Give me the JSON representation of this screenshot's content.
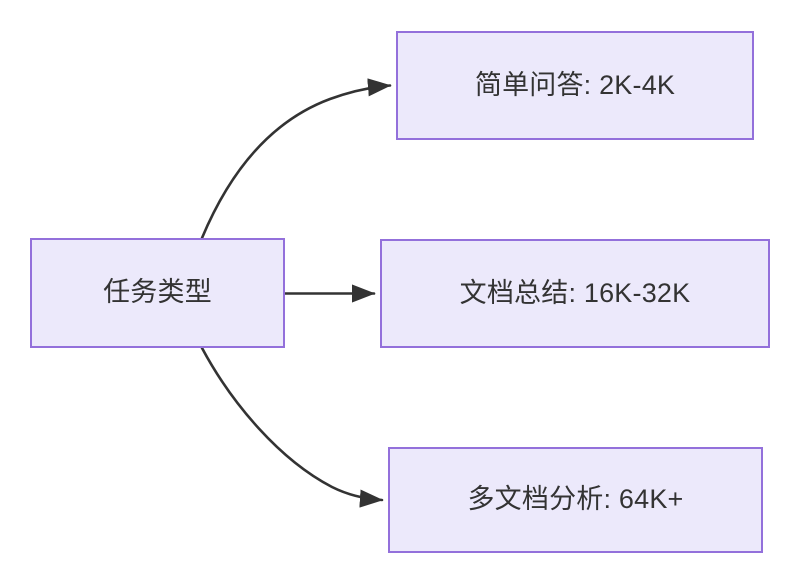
{
  "diagram": {
    "type": "flowchart",
    "direction": "left-to-right",
    "theme": {
      "node_fill": "#ECE9FB",
      "node_border": "#9370DB",
      "label_color": "#333333",
      "edge_color": "#333333",
      "canvas_background": "#FFFFFF"
    },
    "source_node": {
      "id": "task-type",
      "label": "任务类型"
    },
    "target_nodes": [
      {
        "id": "simple-qa",
        "label": "简单问答: 2K-4K",
        "task": "简单问答",
        "range": "2K-4K"
      },
      {
        "id": "doc-summary",
        "label": "文档总结: 16K-32K",
        "task": "文档总结",
        "range": "16K-32K"
      },
      {
        "id": "multi-doc",
        "label": "多文档分析: 64K+",
        "task": "多文档分析",
        "range": "64K+"
      }
    ],
    "edges": [
      {
        "id": "edge-to-simple-qa",
        "from": "任务类型",
        "to": "简单问答: 2K-4K",
        "style": "curved",
        "arrow": "arrow-head"
      },
      {
        "id": "edge-to-doc-summary",
        "from": "任务类型",
        "to": "文档总结: 16K-32K",
        "style": "straight",
        "arrow": "arrow-head"
      },
      {
        "id": "edge-to-multi-doc",
        "from": "任务类型",
        "to": "多文档分析: 64K+",
        "style": "curved",
        "arrow": "arrow-head"
      }
    ]
  }
}
